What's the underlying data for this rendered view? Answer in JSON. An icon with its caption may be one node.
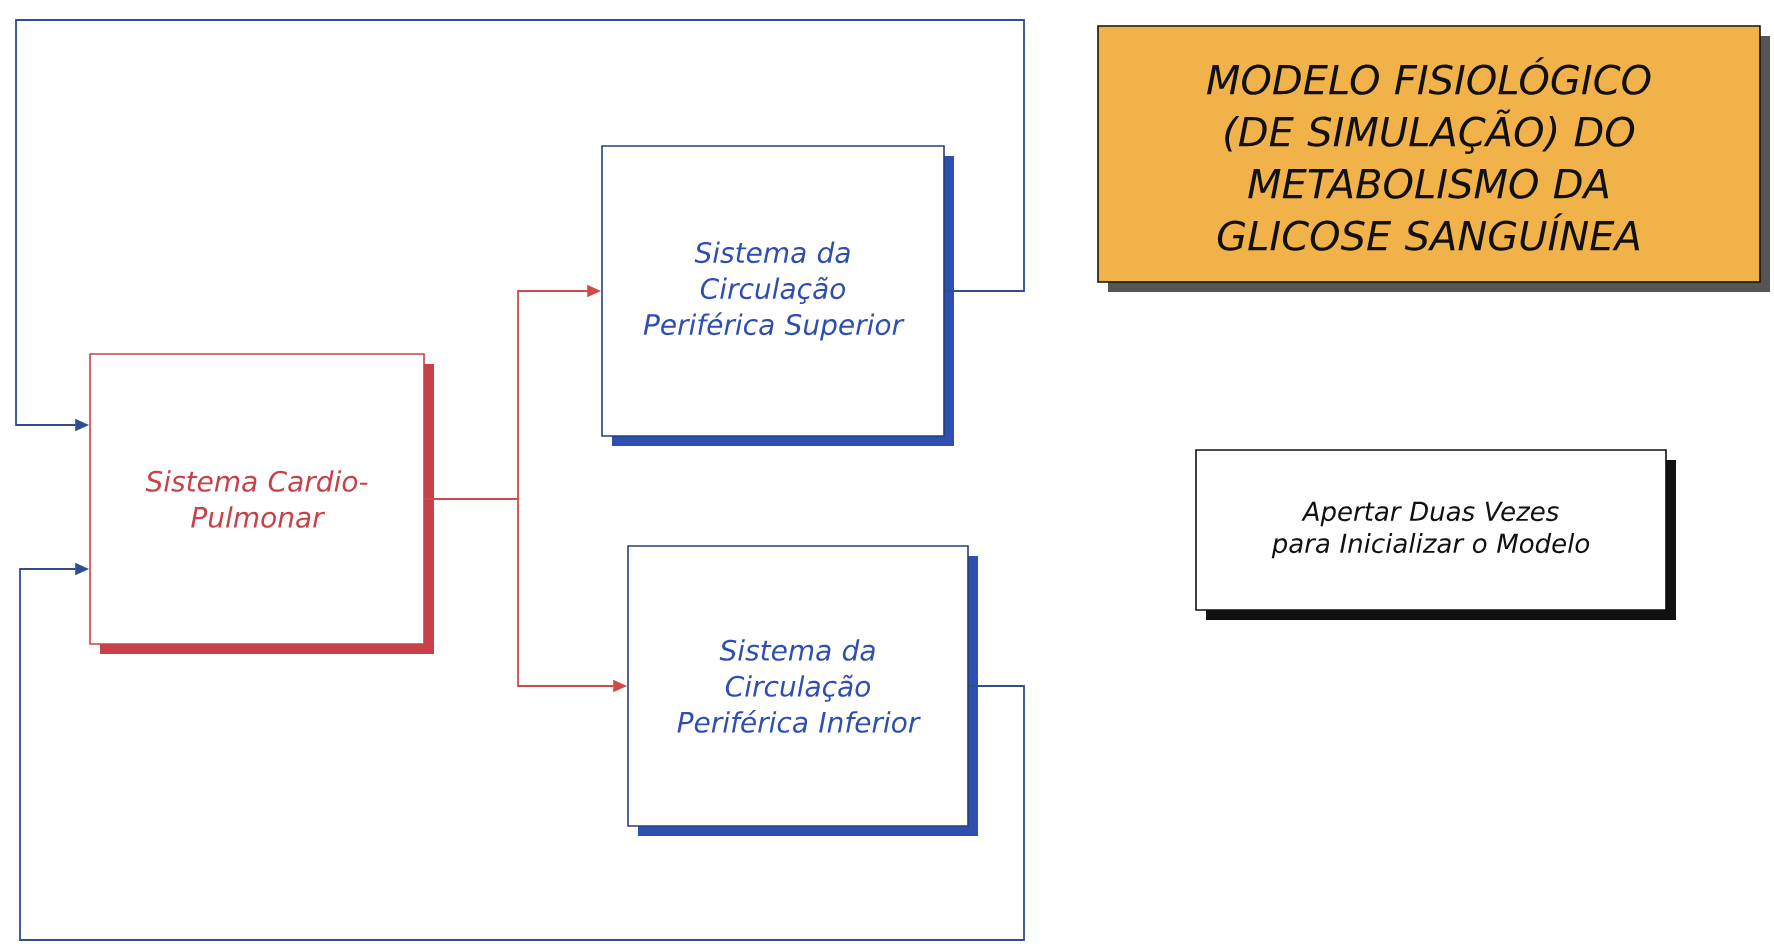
{
  "diagram": {
    "nodes": [
      {
        "text": [
          "Sistema Cardio-Pulmonar"
        ]
      },
      {
        "text": [
          "Sistema da Circulação Periférica Superior"
        ]
      },
      {
        "text": [
          "Sistema da Circulação Periférica Inferior"
        ]
      },
      {
        "text": [
          "MODELO FISIOLÓGICO (DE SIMULAÇÃO) DO METABOLISMO DA GLICOSE SANGUÍNEA"
        ]
      },
      {
        "text": [
          "Apertar Duas Vezes para Inicializar o Modelo"
        ]
      }
    ],
    "edges": [
      {
        "from": 0,
        "to": 1,
        "arrow": "to",
        "color": "#d04a4a"
      },
      {
        "from": 0,
        "to": 2,
        "arrow": "to",
        "color": "#d04a4a"
      },
      {
        "from": 1,
        "to": 0,
        "arrow": "to",
        "color": "#2e4e8f"
      },
      {
        "from": 2,
        "to": 0,
        "arrow": "to",
        "color": "#2e4e8f"
      }
    ]
  }
}
